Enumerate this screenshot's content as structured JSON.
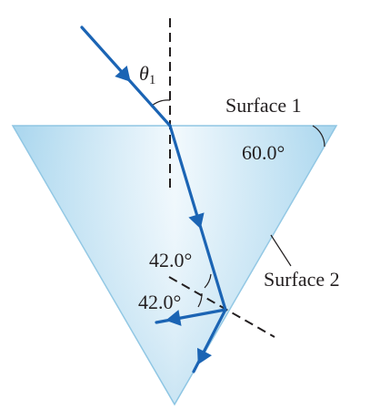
{
  "labels": {
    "theta": "θ",
    "theta_sub": "1",
    "surface1": "Surface 1",
    "surface2": "Surface 2",
    "apex_angle": "60.0°",
    "angle_incident": "42.0°",
    "angle_reflected": "42.0°"
  },
  "colors": {
    "ray": "#1b64b4",
    "prism_edge": "#8fc6e3",
    "prism_light": "#eef7fc",
    "prism_mid": "#cde7f5",
    "prism_dark": "#9ccfe9",
    "dashed": "#231f20"
  }
}
